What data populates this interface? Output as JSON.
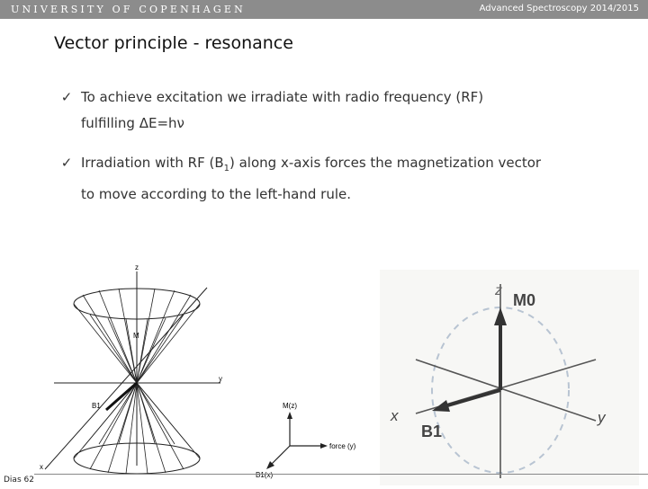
{
  "header": {
    "university": "UNIVERSITY OF COPENHAGEN",
    "course": "Advanced Spectroscopy 2014/2015"
  },
  "slide": {
    "title": "Vector principle - resonance",
    "bullets": [
      {
        "mark": "✓",
        "line1": "To achieve excitation we irradiate with radio frequency (RF)",
        "line2": "fulfilling ΔE=hν"
      },
      {
        "mark": "✓",
        "line1_pre": "Irradiation with RF (B",
        "line1_sub": "1",
        "line1_post": ") along x-axis forces the magnetization vector",
        "line2": "to move according to the left-hand rule."
      }
    ]
  },
  "cone_figure": {
    "z_label": "z",
    "y_label": "y",
    "m_label": "M",
    "b1_label": "B1",
    "x_label": "x"
  },
  "inset_figure": {
    "mz_label": "M(z)",
    "force_label": "force (y)",
    "b1x_label": "B1(x)"
  },
  "vector_figure": {
    "z_label": "z",
    "m0_label": "M0",
    "x_label": "x",
    "y_label": "y",
    "b1_label": "B1"
  },
  "footer": {
    "slide_number": "Dias 62"
  }
}
